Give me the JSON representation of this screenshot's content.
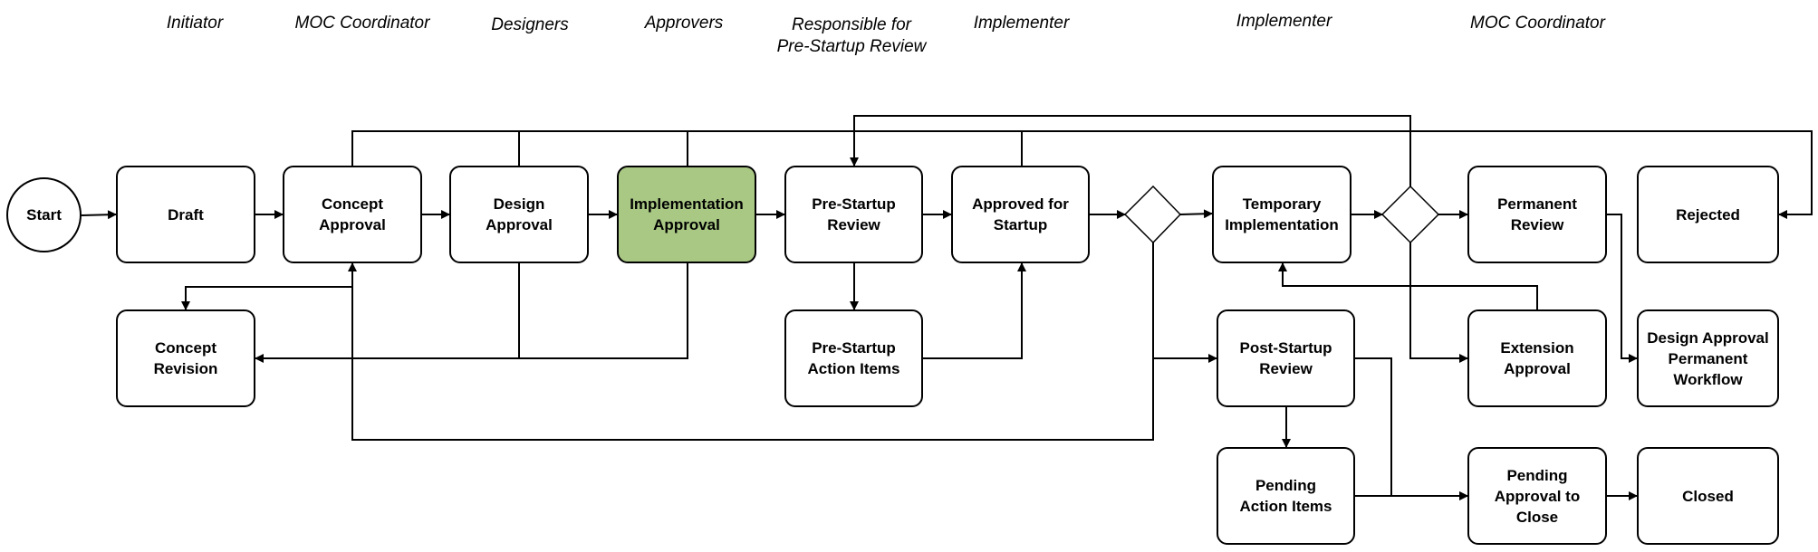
{
  "roles": {
    "initiator": "Initiator",
    "moc_coordinator_1": "MOC Coordinator",
    "designers": "Designers",
    "approvers": "Approvers",
    "pre_startup_responsible": "Responsible for\nPre-Startup Review",
    "implementer_1": "Implementer",
    "implementer_2": "Implementer",
    "moc_coordinator_2": "MOC Coordinator"
  },
  "nodes": {
    "start": "Start",
    "draft": "Draft",
    "concept_approval": "Concept\nApproval",
    "design_approval": "Design\nApproval",
    "implementation_approval": "Implementation\nApproval",
    "pre_startup_review": "Pre-Startup\nReview",
    "approved_for_startup": "Approved for\nStartup",
    "temporary_implementation": "Temporary\nImplementation",
    "permanent_review": "Permanent\nReview",
    "rejected": "Rejected",
    "concept_revision": "Concept\nRevision",
    "pre_startup_action_items": "Pre-Startup\nAction Items",
    "post_startup_review": "Post-Startup\nReview",
    "extension_approval": "Extension\nApproval",
    "design_approval_permanent_workflow": "Design Approval\nPermanent\nWorkflow",
    "pending_action_items": "Pending\nAction Items",
    "pending_approval_to_close": "Pending\nApproval to\nClose",
    "closed": "Closed"
  },
  "colors": {
    "highlight": "#a9c884",
    "line": "#000000",
    "box_fill": "#ffffff"
  }
}
